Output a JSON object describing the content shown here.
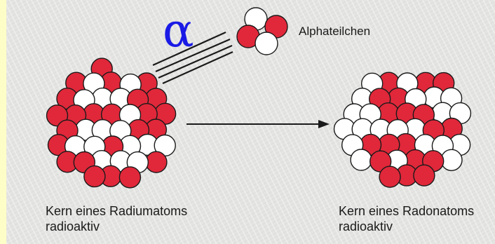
{
  "symbol": "α",
  "particle": {
    "label": "Alphateilchen"
  },
  "parent": {
    "line1": "Kern eines Radiumatoms",
    "line2": "radioaktiv"
  },
  "daughter": {
    "line1": "Kern eines Radonatoms",
    "line2": "radioaktiv"
  },
  "colors": {
    "proton": "#e0283a",
    "neutron": "#ffffff",
    "outline": "#1a1a1a",
    "symbol": "#1a1ae6",
    "background": "#e4e4e2",
    "margin": "#fdfdc8"
  }
}
